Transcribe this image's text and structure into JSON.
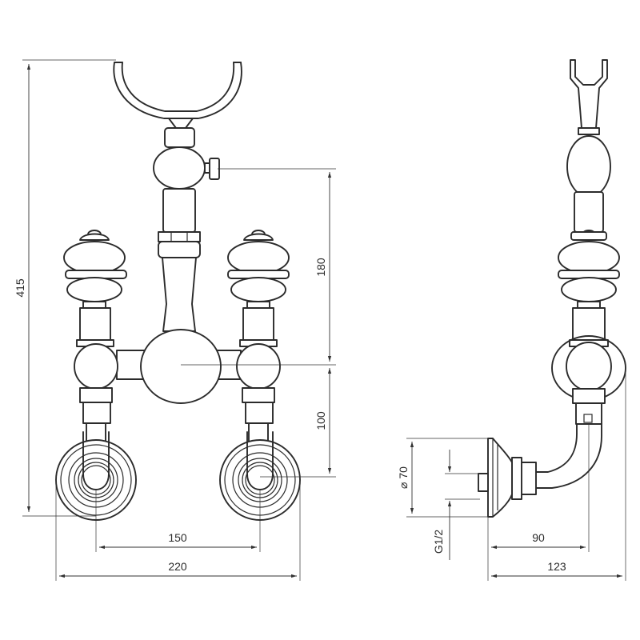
{
  "drawing": {
    "line_color": "#2b2b2b",
    "background": "#ffffff",
    "front_view": {
      "dim_height": "415",
      "dim_upper": "180",
      "dim_lower": "100",
      "dim_centers": "150",
      "dim_width": "220"
    },
    "side_view": {
      "dim_flange": "⌀ 70",
      "dim_thread": "G1/2",
      "dim_inner": "90",
      "dim_outer": "123"
    }
  }
}
